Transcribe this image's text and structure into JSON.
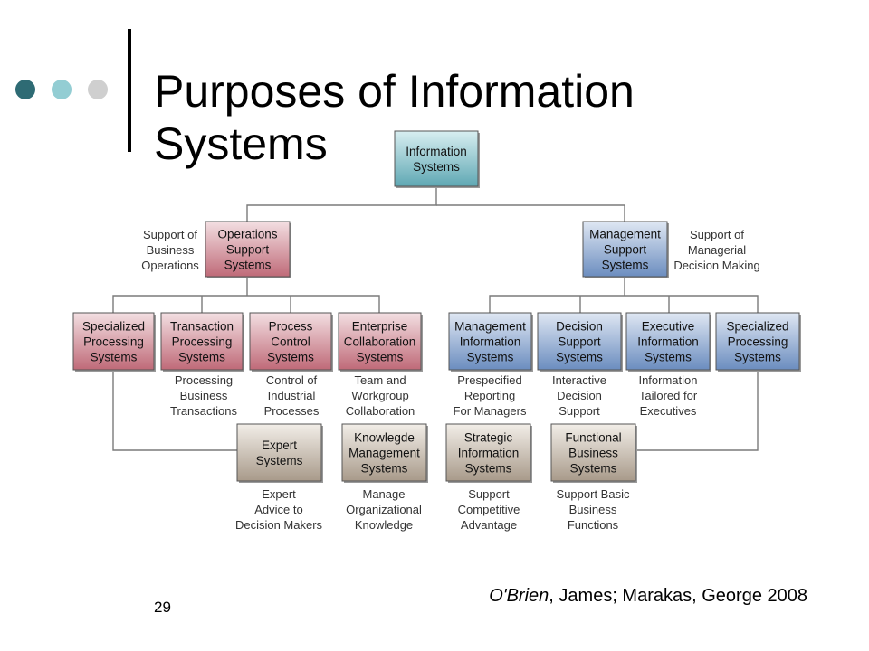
{
  "slide": {
    "title": "Purposes of Information\nSystems",
    "number": "29",
    "citation": {
      "italic": "O'Brien",
      "rest": ", James; Marakas, George 2008"
    },
    "bullet_colors": [
      "#2e6b74",
      "#93cdd3",
      "#cfcfcf"
    ]
  },
  "diagram": {
    "colors": {
      "root": "#5fa8b4",
      "operations": "#bf6a78",
      "management": "#6b8dbf",
      "shared": "#a89a8a"
    },
    "boxes": [
      {
        "id": "information-systems",
        "label": "Information\nSystems",
        "kind": "root"
      },
      {
        "id": "operations-support-systems",
        "label": "Operations\nSupport\nSystems",
        "kind": "operations"
      },
      {
        "id": "management-support-systems",
        "label": "Management\nSupport\nSystems",
        "kind": "management"
      },
      {
        "id": "specialized-processing-systems-ops",
        "label": "Specialized\nProcessing\nSystems",
        "kind": "operations"
      },
      {
        "id": "transaction-processing-systems",
        "label": "Transaction\nProcessing\nSystems",
        "kind": "operations"
      },
      {
        "id": "process-control-systems",
        "label": "Process\nControl\nSystems",
        "kind": "operations"
      },
      {
        "id": "enterprise-collaboration-systems",
        "label": "Enterprise\nCollaboration\nSystems",
        "kind": "operations"
      },
      {
        "id": "management-information-systems",
        "label": "Management\nInformation\nSystems",
        "kind": "management"
      },
      {
        "id": "decision-support-systems",
        "label": "Decision\nSupport\nSystems",
        "kind": "management"
      },
      {
        "id": "executive-information-systems",
        "label": "Executive\nInformation\nSystems",
        "kind": "management"
      },
      {
        "id": "specialized-processing-systems-mgmt",
        "label": "Specialized\nProcessing\nSystems",
        "kind": "management"
      },
      {
        "id": "expert-systems",
        "label": "Expert\nSystems",
        "kind": "shared"
      },
      {
        "id": "knowledge-management-systems",
        "label": "Knowlegde\nManagement\nSystems",
        "kind": "shared"
      },
      {
        "id": "strategic-information-systems",
        "label": "Strategic\nInformation\nSystems",
        "kind": "shared"
      },
      {
        "id": "functional-business-systems",
        "label": "Functional\nBusiness\nSystems",
        "kind": "shared"
      }
    ],
    "notes": [
      {
        "id": "support-business-operations",
        "text": "Support of\nBusiness\nOperations"
      },
      {
        "id": "support-managerial-decision-making",
        "text": "Support of\nManagerial\nDecision Making"
      },
      {
        "id": "processing-business-transactions",
        "text": "Processing\nBusiness\nTransactions"
      },
      {
        "id": "control-industrial-processes",
        "text": "Control of\nIndustrial\nProcesses"
      },
      {
        "id": "team-workgroup-collaboration",
        "text": "Team and\nWorkgroup\nCollaboration"
      },
      {
        "id": "prespecified-reporting",
        "text": "Prespecified\nReporting\nFor Managers"
      },
      {
        "id": "interactive-decision-support",
        "text": "Interactive\nDecision\nSupport"
      },
      {
        "id": "information-tailored-executives",
        "text": "Information\nTailored for\nExecutives"
      },
      {
        "id": "expert-advice",
        "text": "Expert\nAdvice to\nDecision Makers"
      },
      {
        "id": "manage-organizational-knowledge",
        "text": "Manage\nOrganizational\nKnowledge"
      },
      {
        "id": "support-competitive-advantage",
        "text": "Support\nCompetitive\nAdvantage"
      },
      {
        "id": "support-basic-business-functions",
        "text": "Support Basic\nBusiness\nFunctions"
      }
    ]
  }
}
